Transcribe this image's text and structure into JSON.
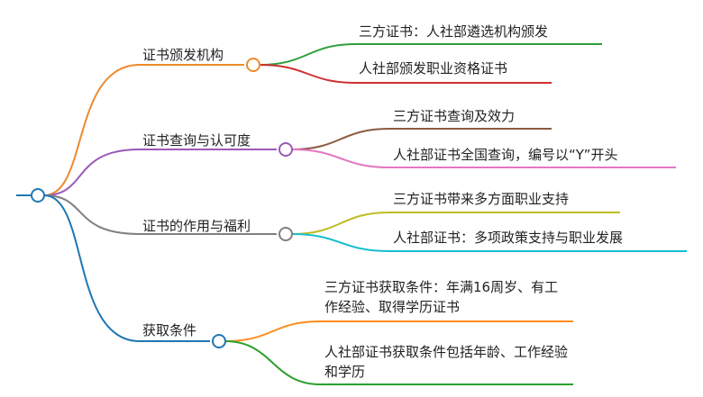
{
  "mindmap": {
    "branches": [
      {
        "label": "证书颁发机构",
        "color": "#ee8a2a",
        "children": [
          {
            "label": "三方证书：人社部遴选机构颁发",
            "color": "#2e9e3c"
          },
          {
            "label": "人社部颁发职业资格证书",
            "color": "#d03030"
          }
        ]
      },
      {
        "label": "证书查询与认可度",
        "color": "#9b59b6",
        "children": [
          {
            "label": "三方证书查询及效力",
            "color": "#8b5a40"
          },
          {
            "label": "人社部证书全国查询，编号以“Y”开头",
            "color": "#e377c2"
          }
        ]
      },
      {
        "label": "证书的作用与福利",
        "color": "#808080",
        "children": [
          {
            "label": "三方证书带来多方面职业支持",
            "color": "#bcbd22"
          },
          {
            "label": "人社部证书：多项政策支持与职业发展",
            "color": "#17becf"
          }
        ]
      },
      {
        "label": "获取条件",
        "color": "#1f77b4",
        "children": [
          {
            "label": "三方证书获取条件：年满16周岁、有工作经验、取得学历证书",
            "color": "#ff8c1a"
          },
          {
            "label": "人社部证书获取条件包括年龄、工作经验和学历",
            "color": "#2ca02c"
          }
        ]
      }
    ]
  }
}
